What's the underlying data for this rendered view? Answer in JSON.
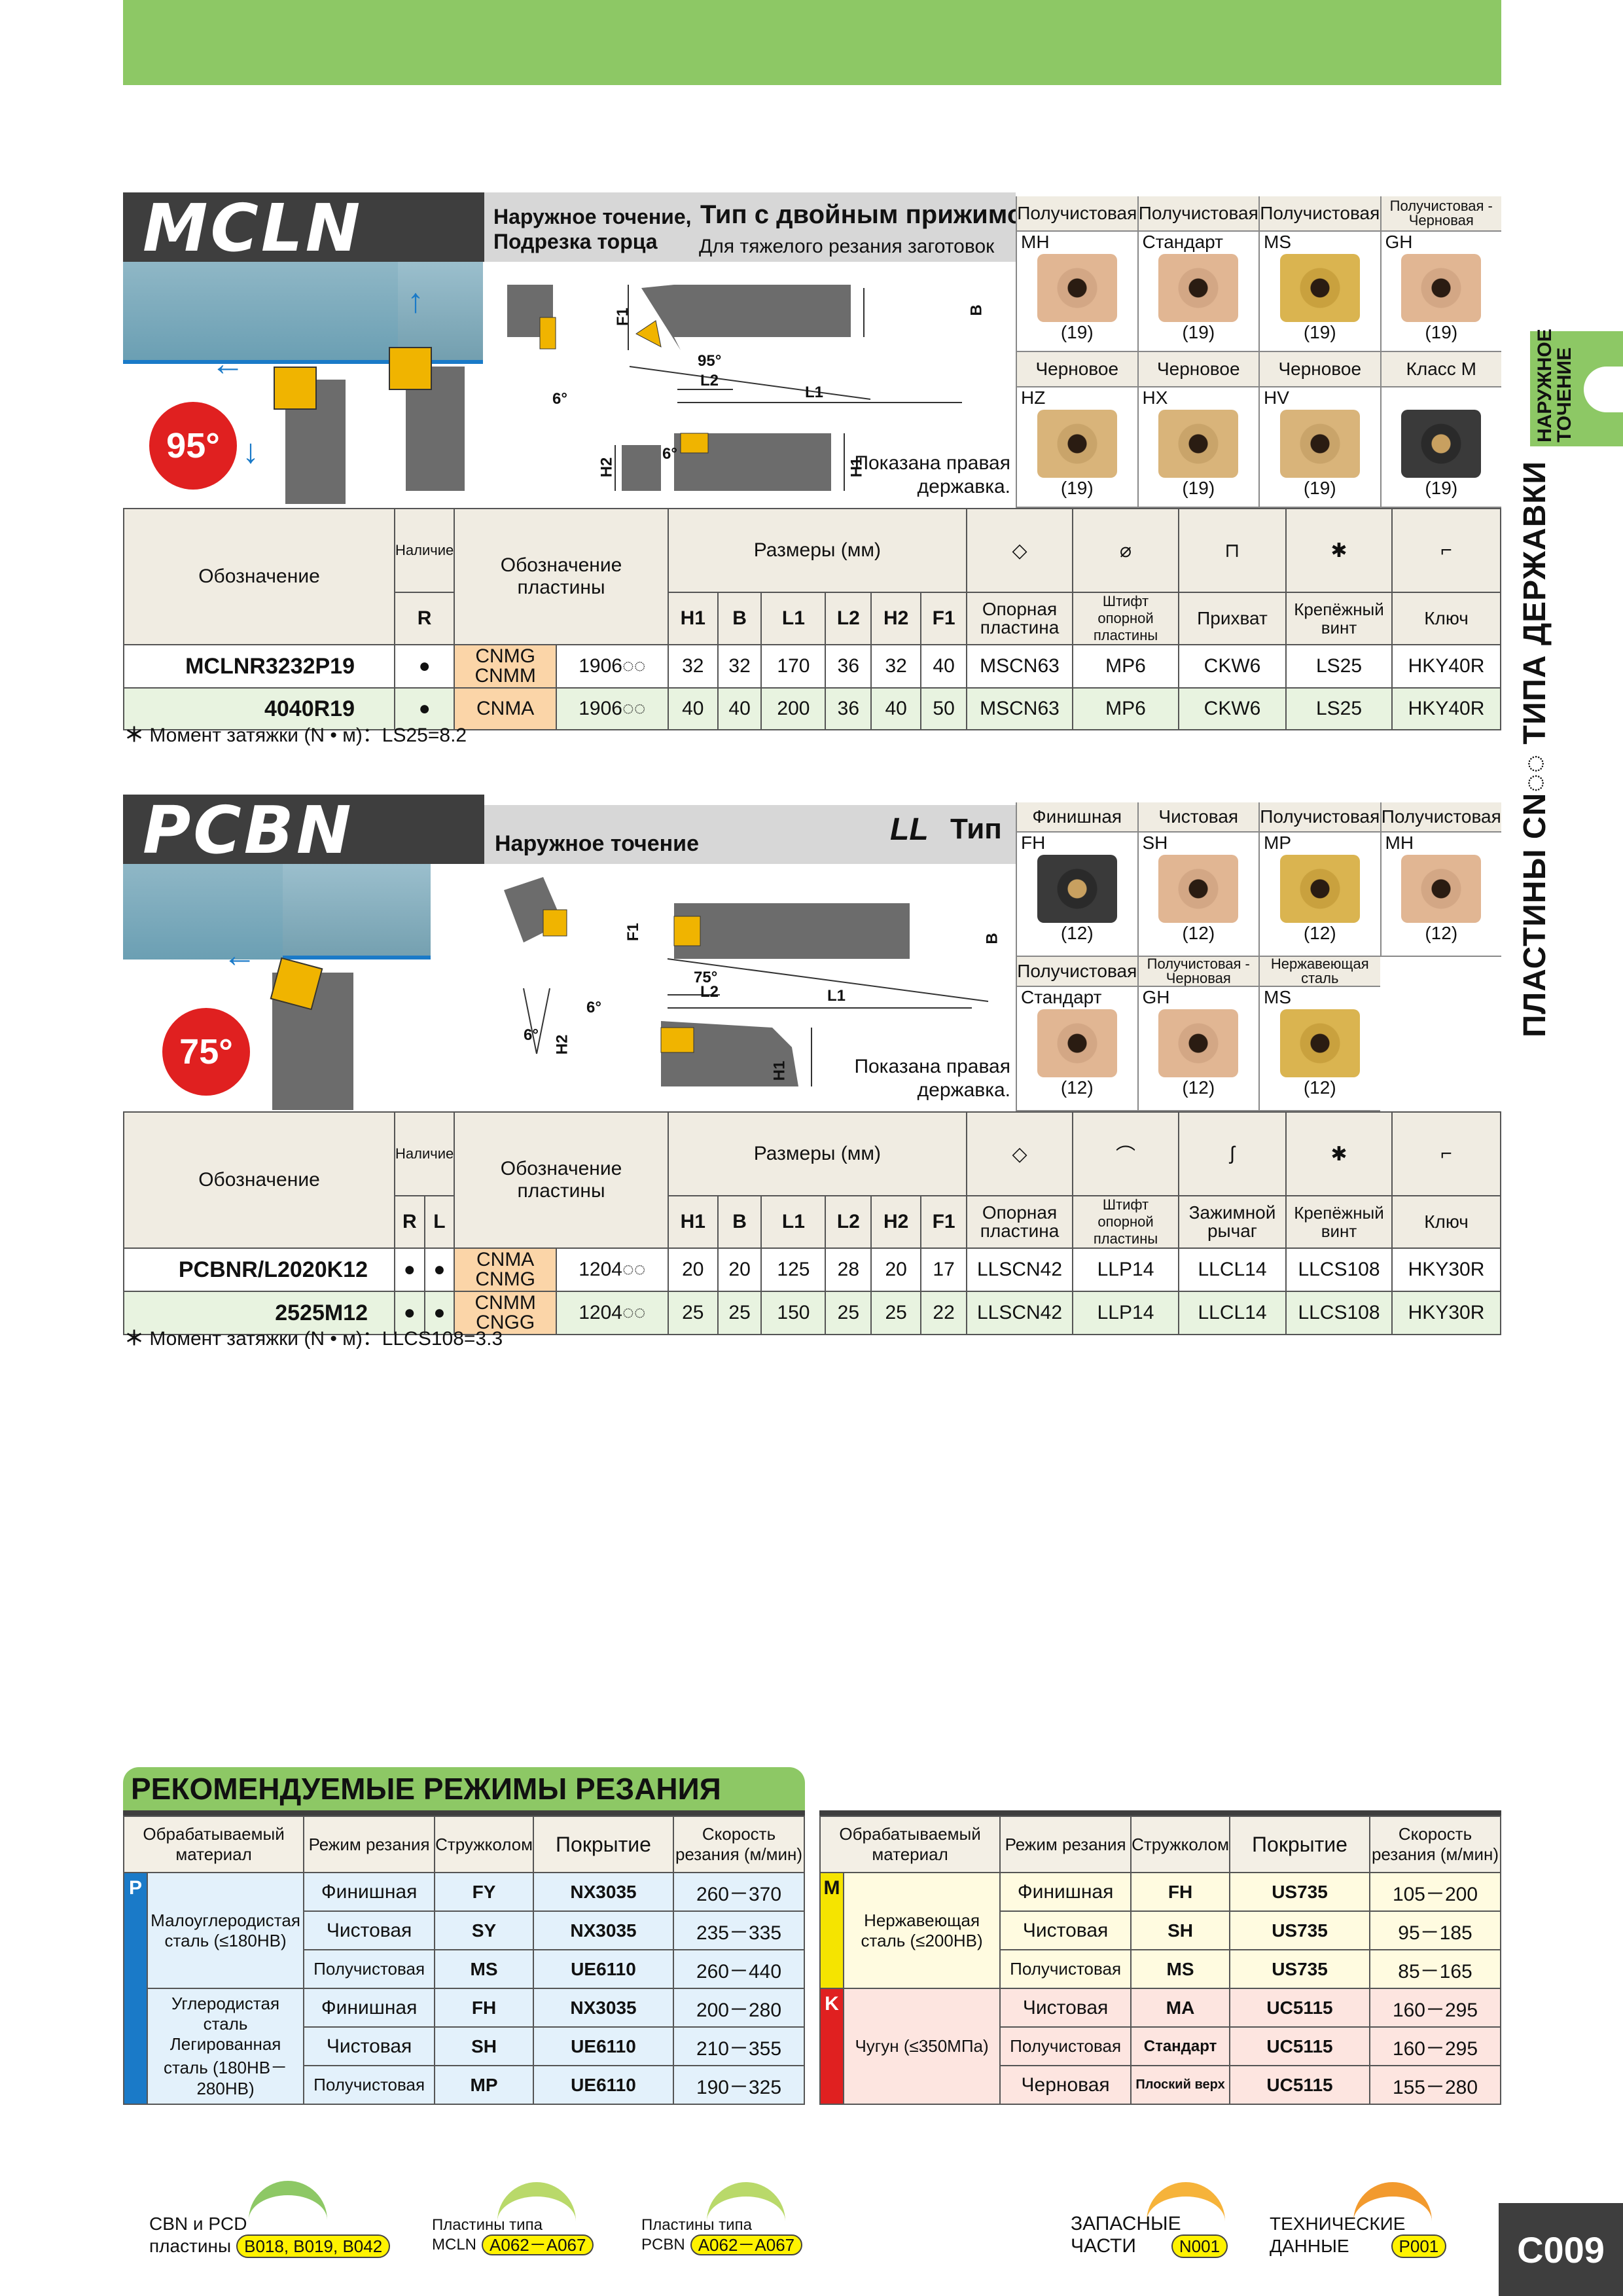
{
  "side_tab": {
    "title": "ПЛАСТИНЫ CN◌◌ ТИПА ДЕРЖАВКИ",
    "sub_line1": "НАРУЖНОЕ",
    "sub_line2": "ТОЧЕНИЕ"
  },
  "mcln": {
    "title": "MCLN",
    "angle": "95°",
    "desc_line1": "Наружное точение,",
    "desc_line2": "Подрезка торца",
    "type_title": "Тип с двойным прижимом",
    "type_sub": "Для тяжелого резания заготовок",
    "shown": "Показана правая",
    "shown2": "державка.",
    "dim_labels": {
      "f1": "F1",
      "b": "B",
      "a95": "95°",
      "l2": "L2",
      "l1": "L1",
      "a6": "6°",
      "h2": "H2",
      "h1": "H1",
      "a6b": "6°"
    },
    "inserts": [
      {
        "head": "Получистовая",
        "code": "MH",
        "count": "(19)",
        "style": "tan"
      },
      {
        "head": "Получистовая",
        "code": "Стандарт",
        "count": "(19)",
        "style": "tan"
      },
      {
        "head": "Получистовая",
        "code": "MS",
        "count": "(19)",
        "style": "yellowgold"
      },
      {
        "head": "Получистовая - Черновая",
        "code": "GH",
        "count": "(19)",
        "style": "tan"
      },
      {
        "head": "Черновое",
        "code": "HZ",
        "count": "(19)",
        "style": "gold"
      },
      {
        "head": "Черновое",
        "code": "HX",
        "count": "(19)",
        "style": "gold"
      },
      {
        "head": "Черновое",
        "code": "HV",
        "count": "(19)",
        "style": "gold"
      },
      {
        "head": "Класс M",
        "code": "",
        "count": "(19)",
        "style": "dark"
      }
    ],
    "table": {
      "h_designation": "Обозначение",
      "h_stock": "Наличие",
      "h_insert": "Обозначение пластины",
      "h_dims": "Размеры (мм)",
      "h_r": "R",
      "dims": [
        "H1",
        "B",
        "L1",
        "L2",
        "H2",
        "F1"
      ],
      "parts": [
        "Опорная пластина",
        "Штифт опорной пластины",
        "Прихват",
        "Крепёжный винт",
        "Ключ"
      ],
      "rows": [
        {
          "name": "MCLNR3232P19",
          "r": "●",
          "ins1": "CNMG",
          "ins2": "CNMM",
          "size": "1906◌◌",
          "vals": [
            "32",
            "32",
            "170",
            "36",
            "32",
            "40"
          ],
          "parts": [
            "MSCN63",
            "MP6",
            "CKW6",
            "LS25",
            "HKY40R"
          ]
        },
        {
          "name": "4040R19",
          "r": "●",
          "ins1": "CNMA",
          "ins2": "",
          "size": "1906◌◌",
          "vals": [
            "40",
            "40",
            "200",
            "36",
            "40",
            "50"
          ],
          "parts": [
            "MSCN63",
            "MP6",
            "CKW6",
            "LS25",
            "HKY40R"
          ]
        }
      ]
    },
    "note": "Момент затяжки (N • м)：LS25=8.2"
  },
  "pcbn": {
    "title": "PCBN",
    "angle": "75°",
    "desc": "Наружное точение",
    "type_ll": "LL",
    "type_word": "Тип",
    "shown": "Показана правая",
    "shown2": "державка.",
    "dim_labels": {
      "f1": "F1",
      "b": "B",
      "a75": "75°",
      "l2": "L2",
      "l1": "L1",
      "a6": "6°",
      "a6b": "6°",
      "h2": "H2",
      "h1": "H1"
    },
    "inserts": [
      {
        "head": "Финишная",
        "code": "FH",
        "count": "(12)",
        "style": "dark"
      },
      {
        "head": "Чистовая",
        "code": "SH",
        "count": "(12)",
        "style": "tan"
      },
      {
        "head": "Получистовая",
        "code": "MP",
        "count": "(12)",
        "style": "yellowgold"
      },
      {
        "head": "Получистовая",
        "code": "MH",
        "count": "(12)",
        "style": "tan"
      },
      {
        "head": "Получистовая",
        "code": "Стандарт",
        "count": "(12)",
        "style": "tan"
      },
      {
        "head": "Получистовая - Черновая",
        "code": "GH",
        "count": "(12)",
        "style": "tan"
      },
      {
        "head": "Нержавеющая сталь",
        "code": "MS",
        "count": "(12)",
        "style": "yellowgold"
      }
    ],
    "table": {
      "h_designation": "Обозначение",
      "h_stock": "Наличие",
      "h_insert": "Обозначение пластины",
      "h_dims": "Размеры (мм)",
      "h_r": "R",
      "h_l": "L",
      "dims": [
        "H1",
        "B",
        "L1",
        "L2",
        "H2",
        "F1"
      ],
      "parts": [
        "Опорная пластина",
        "Штифт опорной пластины",
        "Зажимной рычаг",
        "Крепёжный винт",
        "Ключ"
      ],
      "rows": [
        {
          "name": "PCBNR/L2020K12",
          "r": "●",
          "l": "●",
          "ins1": "CNMA",
          "ins2": "CNMG",
          "size": "1204◌◌",
          "vals": [
            "20",
            "20",
            "125",
            "28",
            "20",
            "17"
          ],
          "parts": [
            "LLSCN42",
            "LLP14",
            "LLCL14",
            "LLCS108",
            "HKY30R"
          ]
        },
        {
          "name": "2525M12",
          "r": "●",
          "l": "●",
          "ins1": "CNMM",
          "ins2": "CNGG",
          "size": "1204◌◌",
          "vals": [
            "25",
            "25",
            "150",
            "25",
            "25",
            "22"
          ],
          "parts": [
            "LLSCN42",
            "LLP14",
            "LLCL14",
            "LLCS108",
            "HKY30R"
          ]
        }
      ]
    },
    "note": "Момент затяжки (N • м)：LLCS108=3.3"
  },
  "recommended": {
    "title": "РЕКОМЕНДУЕМЫЕ РЕЖИМЫ РЕЗАНИЯ",
    "headers": [
      "Обрабатываемый материал",
      "Режим резания",
      "Стружколом",
      "Покрытие",
      "Скорость резания (м/мин)"
    ],
    "left": {
      "groups": [
        {
          "code": "P",
          "color": "#1a7ac8",
          "bg": "#e3f1fb",
          "material": "Малоуглеродистая сталь (≤180HB)",
          "rows": [
            {
              "mode": "Финишная",
              "breaker": "FY",
              "coat": "NX3035",
              "speed": "260－370"
            },
            {
              "mode": "Чистовая",
              "breaker": "SY",
              "coat": "NX3035",
              "speed": "235－335"
            },
            {
              "mode": "Получистовая",
              "breaker": "MS",
              "coat": "UE6110",
              "speed": "260－440"
            }
          ]
        },
        {
          "code": "",
          "color": "#1a7ac8",
          "bg": "#e3f1fb",
          "material": "Углеродистая сталь Легированная сталь (180HB－280HB)",
          "rows": [
            {
              "mode": "Финишная",
              "breaker": "FH",
              "coat": "NX3035",
              "speed": "200－280"
            },
            {
              "mode": "Чистовая",
              "breaker": "SH",
              "coat": "UE6110",
              "speed": "210－355"
            },
            {
              "mode": "Получистовая",
              "breaker": "MP",
              "coat": "UE6110",
              "speed": "190－325"
            }
          ]
        }
      ]
    },
    "right": {
      "groups": [
        {
          "code": "M",
          "color": "#f5e400",
          "bg": "#fffbe0",
          "material": "Нержавеющая сталь (≤200HB)",
          "rows": [
            {
              "mode": "Финишная",
              "breaker": "FH",
              "coat": "US735",
              "speed": "105－200"
            },
            {
              "mode": "Чистовая",
              "breaker": "SH",
              "coat": "US735",
              "speed": "95－185"
            },
            {
              "mode": "Получистовая",
              "breaker": "MS",
              "coat": "US735",
              "speed": "85－165"
            }
          ]
        },
        {
          "code": "K",
          "color": "#e02020",
          "bg": "#fde5e0",
          "material": "Чугун (≤350МПа)",
          "rows": [
            {
              "mode": "Чистовая",
              "breaker": "MA",
              "coat": "UC5115",
              "speed": "160－295"
            },
            {
              "mode": "Получистовая",
              "breaker": "Стандарт",
              "coat": "UC5115",
              "speed": "160－295"
            },
            {
              "mode": "Черновая",
              "breaker": "Плоский верх",
              "coat": "UC5115",
              "speed": "155－280"
            }
          ]
        }
      ]
    }
  },
  "footer": {
    "links": [
      {
        "line1": "CBN и PCD",
        "line2": "пластины",
        "ref": "B018, B019, B042",
        "color": "#8dc865"
      },
      {
        "line1": "Пластины типа",
        "line2": "MCLN",
        "ref": "A062－A067",
        "color": "#b9d96a"
      },
      {
        "line1": "Пластины типа",
        "line2": "PCBN",
        "ref": "A062－A067",
        "color": "#b9d96a"
      },
      {
        "line1": "ЗАПАСНЫЕ",
        "line2": "ЧАСТИ",
        "ref": "N001",
        "color": "#f6b33a"
      },
      {
        "line1": "ТЕХНИЧЕСКИЕ",
        "line2": "ДАННЫЕ",
        "ref": "P001",
        "color": "#f29a2e"
      }
    ],
    "page": "C009"
  },
  "colors": {
    "green": "#8dc865",
    "dark": "#3e3e3e",
    "orange_cell": "#fbd5a8",
    "row_green": "#e8f3e0"
  }
}
